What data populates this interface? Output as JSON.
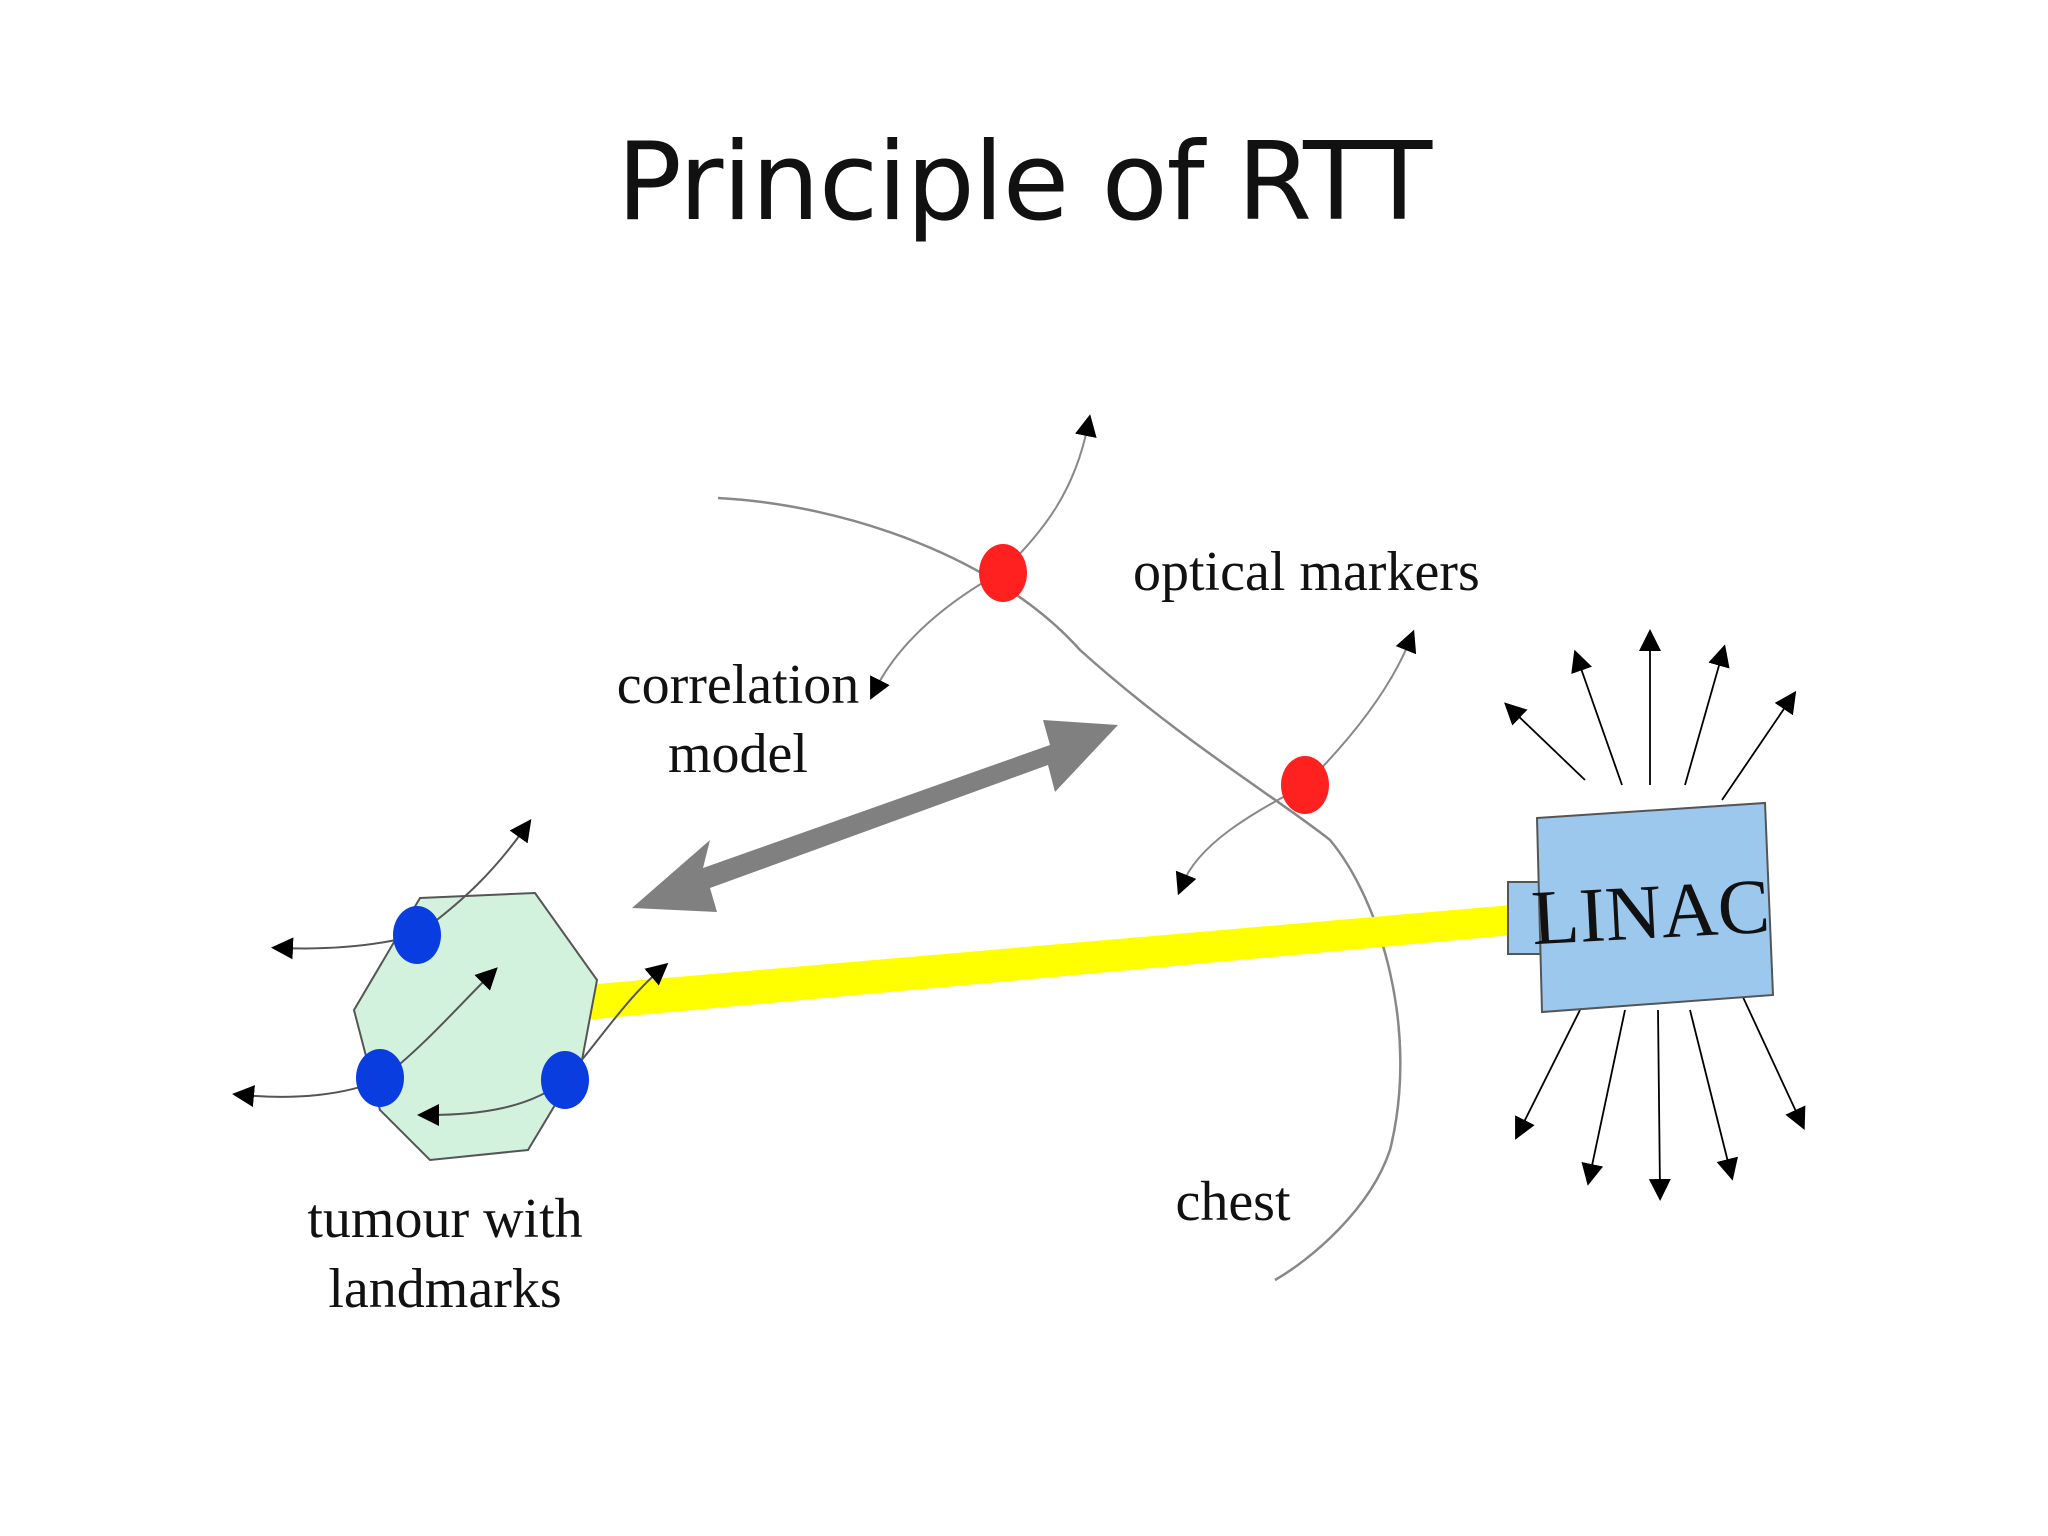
{
  "slide": {
    "title": "Principle of RTT"
  },
  "diagram": {
    "labels": {
      "optical_markers": "optical markers",
      "correlation_model_line1": "correlation",
      "correlation_model_line2": "model",
      "linac": "LINAC",
      "chest": "chest",
      "tumour_line1": "tumour with",
      "tumour_line2": "landmarks"
    },
    "colors": {
      "optical_marker": "#ff2020",
      "landmark": "#0a3de0",
      "tumour_fill": "#d3f2dd",
      "linac_fill": "#9cc8ee",
      "beam": "#ffff00",
      "correlation_arrow": "#808080",
      "chest_line": "#888888"
    }
  }
}
